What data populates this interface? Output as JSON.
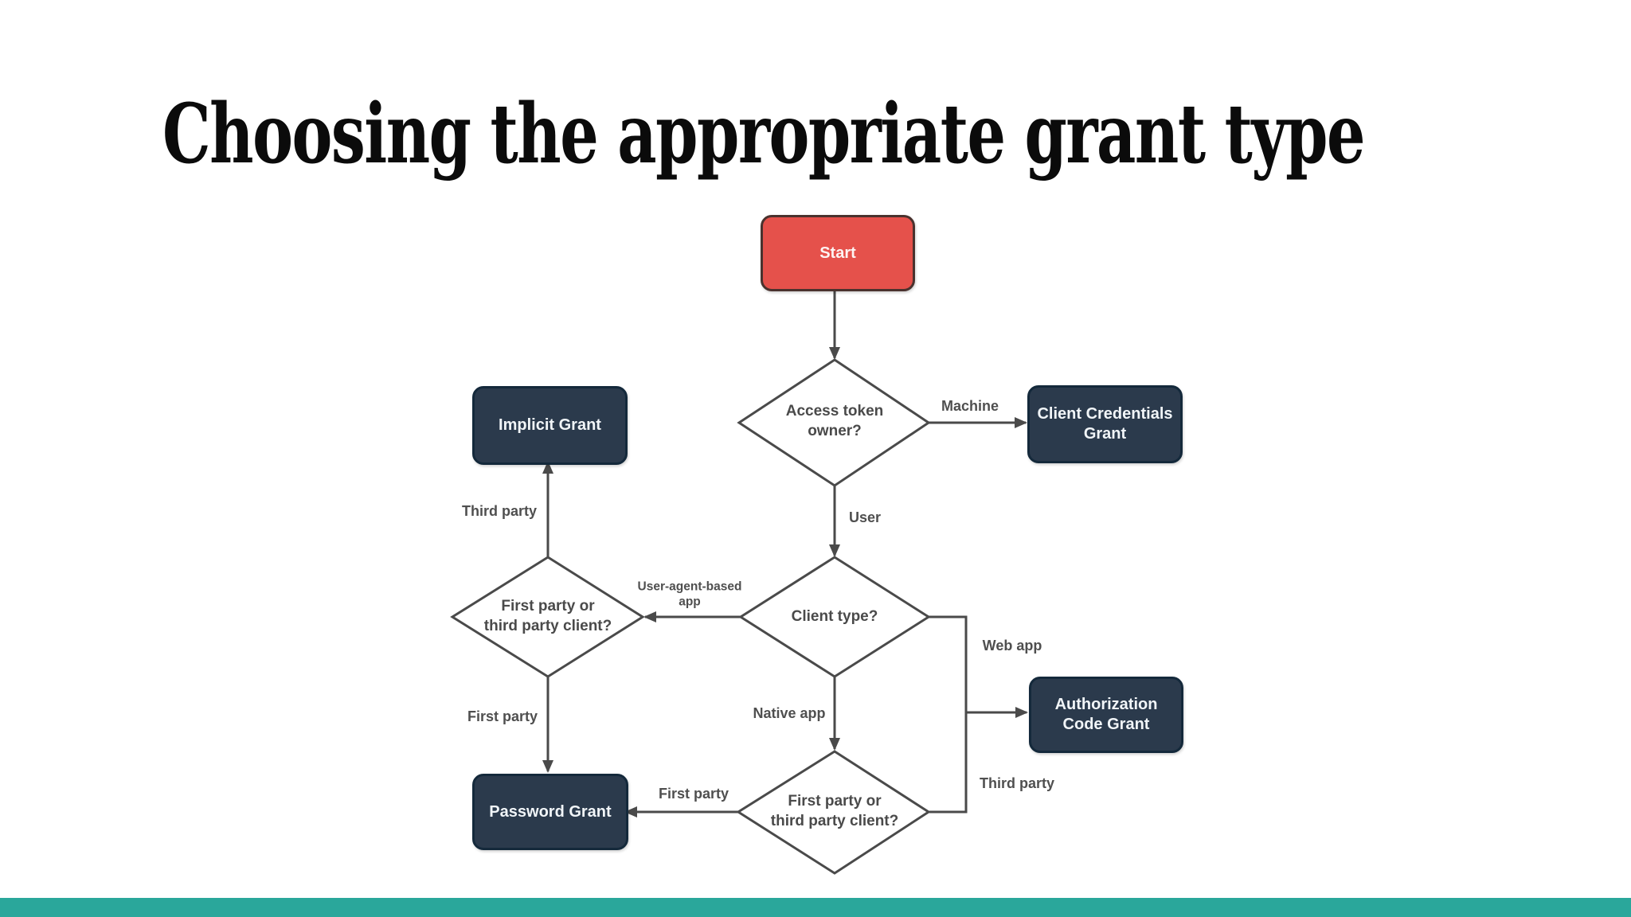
{
  "slide": {
    "title": "Choosing the appropriate grant type",
    "background_color": "#FFFFFF",
    "footer_bar_color": "#2AA79B"
  },
  "palette": {
    "start_fill": "#E5514B",
    "start_border": "#4A322E",
    "grant_fill": "#2B3A4C",
    "grant_border": "#14293B",
    "node_text": "#F1F5F8",
    "decision_fill": "#FFFFFF",
    "line_color": "#4A4A4A",
    "label_text": "#4F4F4F"
  },
  "flowchart": {
    "nodes": {
      "start": {
        "type": "start",
        "label": "Start"
      },
      "access_token_owner": {
        "type": "decision",
        "label": "Access token\nowner?"
      },
      "client_credentials_grant": {
        "type": "grant",
        "label": "Client Credentials\nGrant"
      },
      "implicit_grant": {
        "type": "grant",
        "label": "Implicit Grant"
      },
      "client_type": {
        "type": "decision",
        "label": "Client type?"
      },
      "first_or_third_party_mid": {
        "type": "decision",
        "label": "First party or\nthird party client?"
      },
      "authorization_code_grant": {
        "type": "grant",
        "label": "Authorization\nCode Grant"
      },
      "password_grant": {
        "type": "grant",
        "label": "Password Grant"
      },
      "first_or_third_party_bottom": {
        "type": "decision",
        "label": "First party or\nthird party client?"
      }
    },
    "edges": [
      {
        "from": "start",
        "to": "access_token_owner",
        "label": ""
      },
      {
        "from": "access_token_owner",
        "to": "client_credentials_grant",
        "label": "Machine"
      },
      {
        "from": "access_token_owner",
        "to": "client_type",
        "label": "User"
      },
      {
        "from": "client_type",
        "to": "first_or_third_party_mid",
        "label": "User-agent-based\napp"
      },
      {
        "from": "first_or_third_party_mid",
        "to": "implicit_grant",
        "label": "Third party"
      },
      {
        "from": "first_or_third_party_mid",
        "to": "password_grant",
        "label": "First party"
      },
      {
        "from": "client_type",
        "to": "first_or_third_party_bottom",
        "label": "Native app"
      },
      {
        "from": "first_or_third_party_bottom",
        "to": "password_grant",
        "label": "First party"
      },
      {
        "from": "client_type",
        "to": "authorization_code_grant",
        "label": "Web app"
      },
      {
        "from": "first_or_third_party_bottom",
        "to": "authorization_code_grant",
        "label": "Third party"
      }
    ]
  }
}
